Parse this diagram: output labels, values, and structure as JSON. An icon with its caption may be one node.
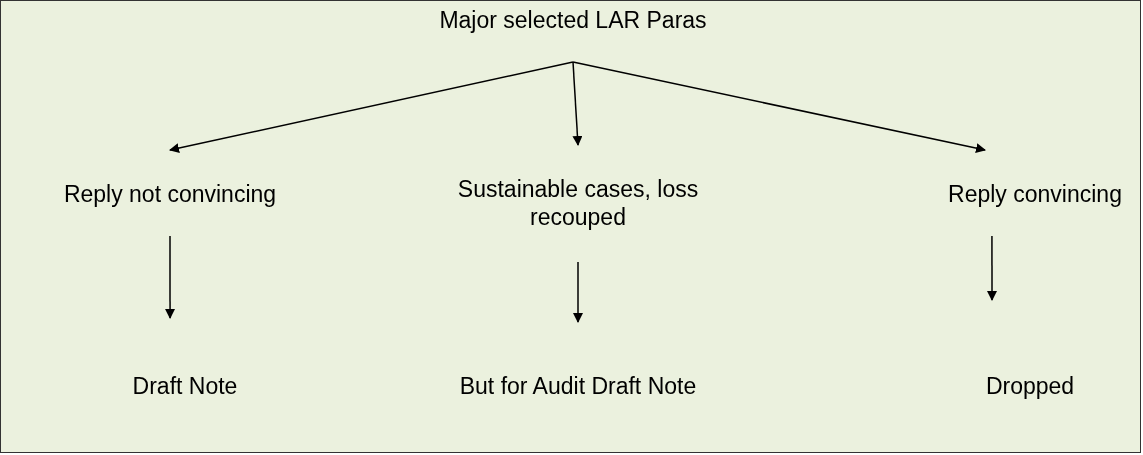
{
  "diagram": {
    "nodes": [
      {
        "text": [
          "Major selected LAR Paras"
        ]
      },
      {
        "text": [
          "Reply not convincing"
        ]
      },
      {
        "text": [
          "Sustainable cases, loss recouped"
        ]
      },
      {
        "text": [
          "Reply convincing"
        ]
      },
      {
        "text": [
          "Draft Note"
        ]
      },
      {
        "text": [
          "But for Audit Draft Note"
        ]
      },
      {
        "text": [
          "Dropped"
        ]
      }
    ],
    "edges": [
      {
        "from": 0,
        "to": 1,
        "arrow": "to"
      },
      {
        "from": 0,
        "to": 2,
        "arrow": "to"
      },
      {
        "from": 0,
        "to": 3,
        "arrow": "to"
      },
      {
        "from": 1,
        "to": 4,
        "arrow": "to"
      },
      {
        "from": 2,
        "to": 5,
        "arrow": "to"
      },
      {
        "from": 3,
        "to": 6,
        "arrow": "to"
      }
    ]
  }
}
